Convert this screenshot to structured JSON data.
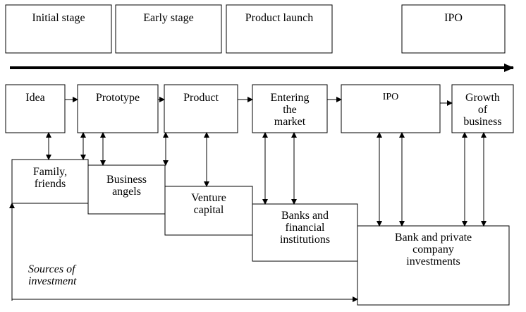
{
  "stages": [
    "Initial stage",
    "Early stage",
    "Product launch",
    "IPO"
  ],
  "steps": [
    "Idea",
    "Prototype",
    "Product",
    "Entering\nthe\nmarket",
    "IPO",
    "Growth\nof\nbusiness"
  ],
  "sources": [
    "Family,\nfriends",
    "Business\nangels",
    "Venture\ncapital",
    "Banks and\nfinancial\ninstitutions",
    "Bank and private\ncompany\ninvestments"
  ],
  "axis_label": "Sources of\ninvestment"
}
